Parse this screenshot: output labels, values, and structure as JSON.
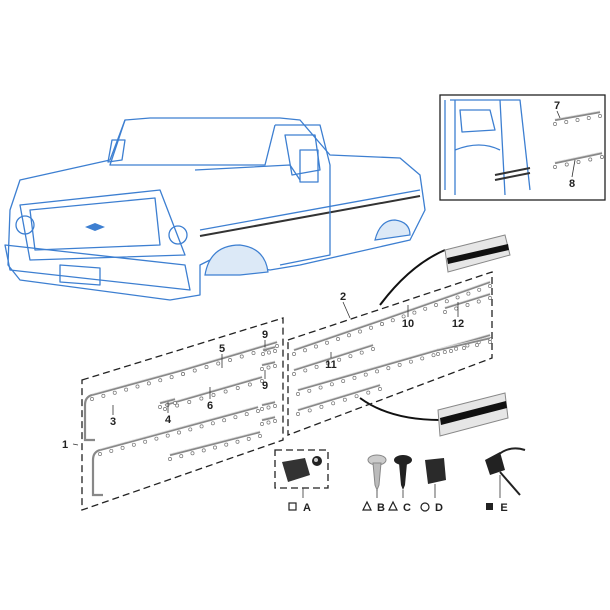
{
  "diagram": {
    "callouts": [
      "1",
      "2",
      "3",
      "4",
      "5",
      "6",
      "7",
      "8",
      "9",
      "9",
      "10",
      "11",
      "12"
    ],
    "fasteners": [
      {
        "symbol": "square-outline",
        "label": "A"
      },
      {
        "symbol": "triangle-outline",
        "label": "B"
      },
      {
        "symbol": "triangle-outline",
        "label": "C"
      },
      {
        "symbol": "circle-outline",
        "label": "D"
      },
      {
        "symbol": "square-filled",
        "label": "E"
      }
    ],
    "colors": {
      "truck_outline": "#3d7fd1",
      "truck_fill": "#dce9f7",
      "ink": "#222222"
    }
  }
}
